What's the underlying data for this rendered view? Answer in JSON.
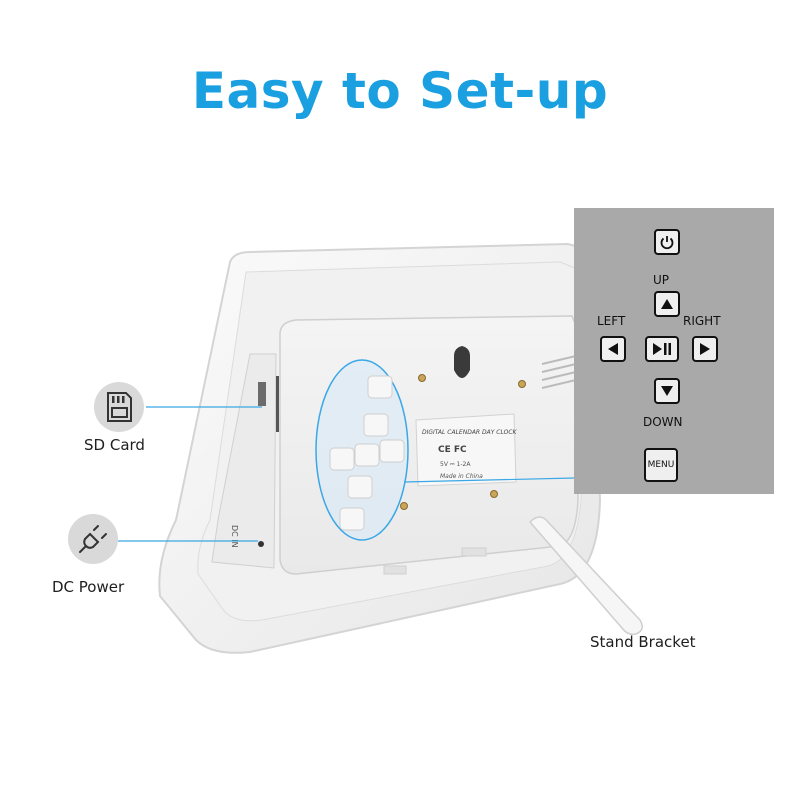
{
  "title": "Easy to Set-up",
  "callouts": {
    "sd_card": "SD Card",
    "dc_power": "DC Power",
    "stand_bracket": "Stand Bracket"
  },
  "panel": {
    "up": "UP",
    "left": "LEFT",
    "right": "RIGHT",
    "down": "DOWN",
    "menu": "MENU"
  },
  "device_label": {
    "line1": "DIGITAL CALENDAR DAY CLOCK",
    "line2": "CE FC",
    "line3": "5V ⎓ 1-2A",
    "line4": "Made in China"
  },
  "side_port_label": "DC IN",
  "colors": {
    "accent": "#1a9fe0",
    "callout_line": "#3aa7e6",
    "panel_bg": "#a9a9a9",
    "icon_bg": "#d9d9d9"
  }
}
